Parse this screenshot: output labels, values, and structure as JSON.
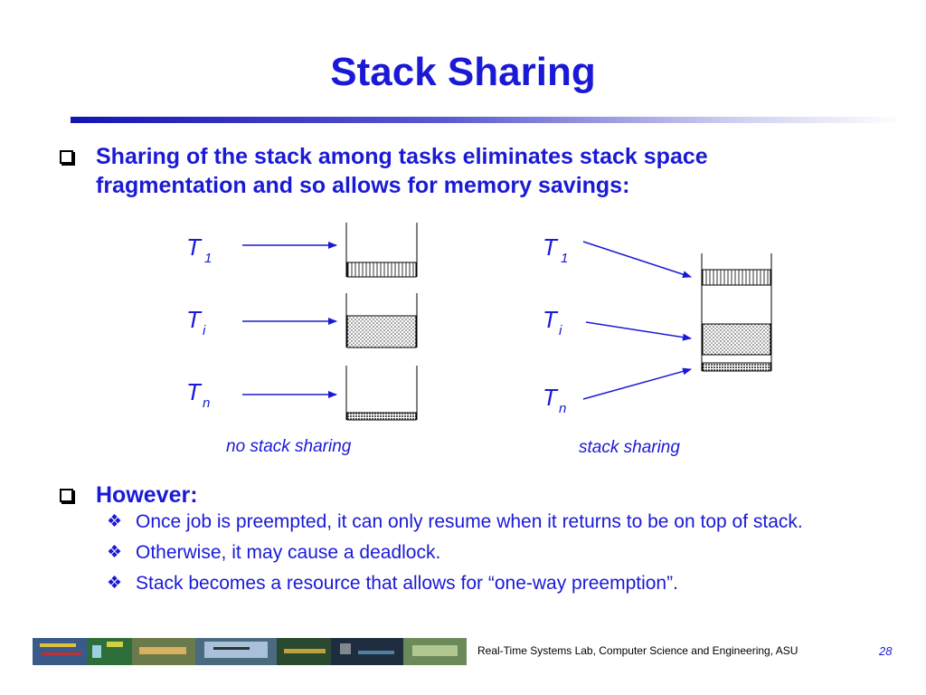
{
  "slide": {
    "title": "Stack Sharing",
    "bullets": [
      {
        "line1": "Sharing of the stack among tasks eliminates stack space",
        "line2": "fragmentation and so allows for memory savings:"
      },
      {
        "line1": "However:"
      }
    ],
    "sub_bullets": [
      "Once job is preempted, it can only resume when it returns to be on top of stack.",
      "Otherwise, it may cause a deadlock.",
      "Stack becomes a resource that allows for “one-way preemption”."
    ],
    "diagram": {
      "left_caption": "no stack sharing",
      "right_caption": "stack sharing",
      "task_letter": "T",
      "subscripts": [
        "1",
        "i",
        "n"
      ]
    },
    "footer": {
      "text": "Real-Time Systems Lab, Computer Science and Engineering, ASU",
      "page": "28"
    },
    "colors": {
      "accent": "#1a1ad6"
    }
  }
}
